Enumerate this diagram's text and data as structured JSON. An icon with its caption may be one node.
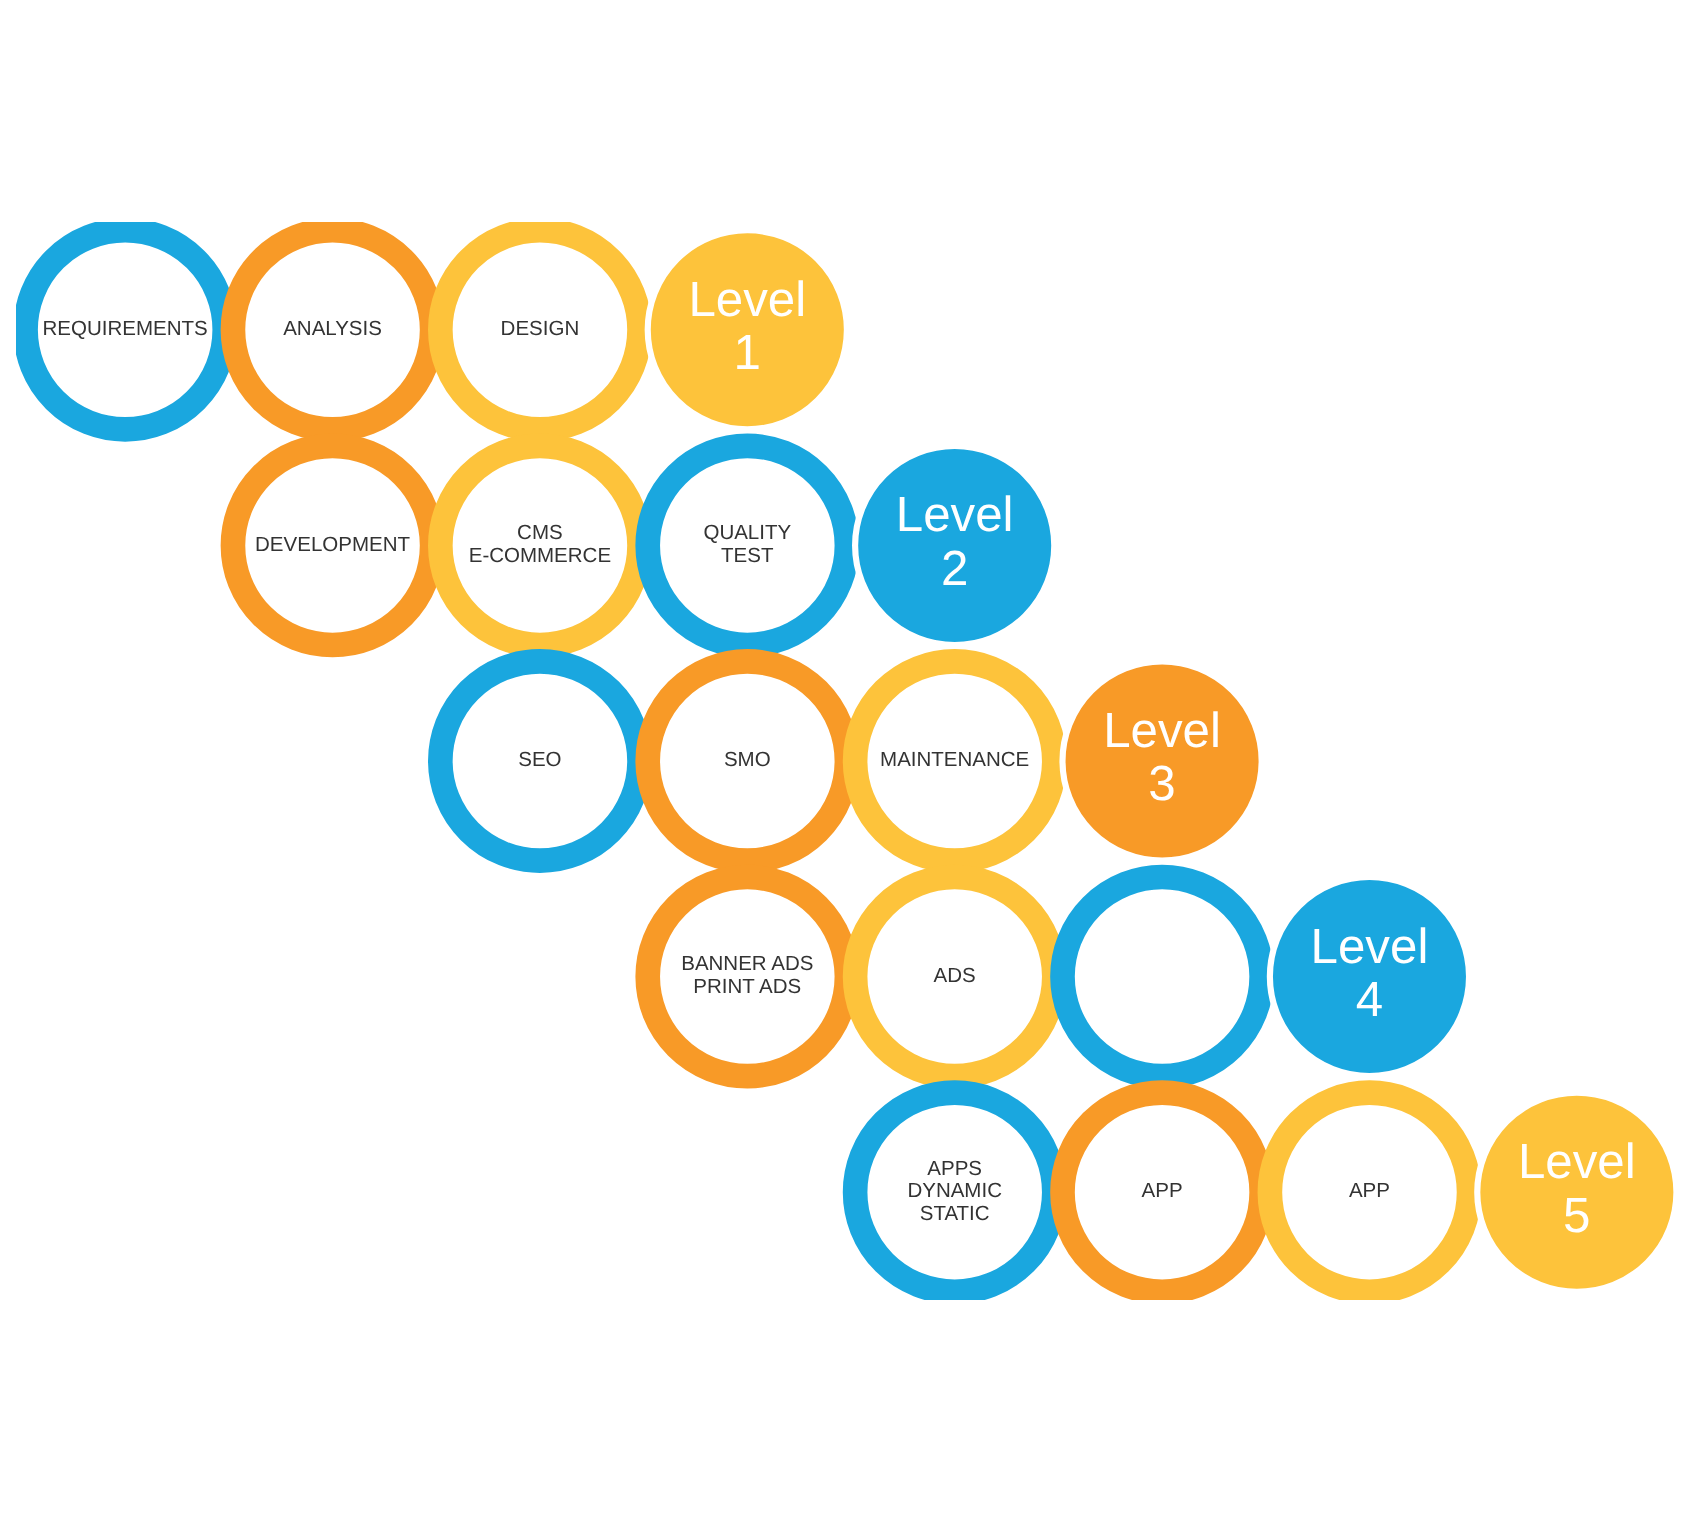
{
  "diagram": {
    "nodes": [
      {
        "text": [
          "REQUIREMENTS"
        ]
      },
      {
        "text": [
          "ANALYSIS"
        ]
      },
      {
        "text": [
          "DESIGN"
        ]
      },
      {
        "text": [
          "Level 1"
        ]
      },
      {
        "text": [
          "DEVELOPMENT"
        ]
      },
      {
        "text": [
          "CMS E-COMMERCE"
        ]
      },
      {
        "text": [
          "QUALITY TEST"
        ]
      },
      {
        "text": [
          "Level 2"
        ]
      },
      {
        "text": [
          "SEO"
        ]
      },
      {
        "text": [
          "SMO"
        ]
      },
      {
        "text": [
          "MAINTENANCE"
        ]
      },
      {
        "text": [
          "Level 3"
        ]
      },
      {
        "text": [
          "BANNER ADS PRINT ADS"
        ]
      },
      {
        "text": [
          "ADS"
        ]
      },
      {
        "text": [],
        "shape": "circle"
      },
      {
        "text": [
          "Level 4"
        ]
      },
      {
        "text": [
          "APPS DYNAMIC STATIC"
        ]
      },
      {
        "text": [
          "APP"
        ]
      },
      {
        "text": [
          "APP"
        ]
      },
      {
        "text": [
          "Level 5"
        ]
      }
    ],
    "edges": []
  }
}
